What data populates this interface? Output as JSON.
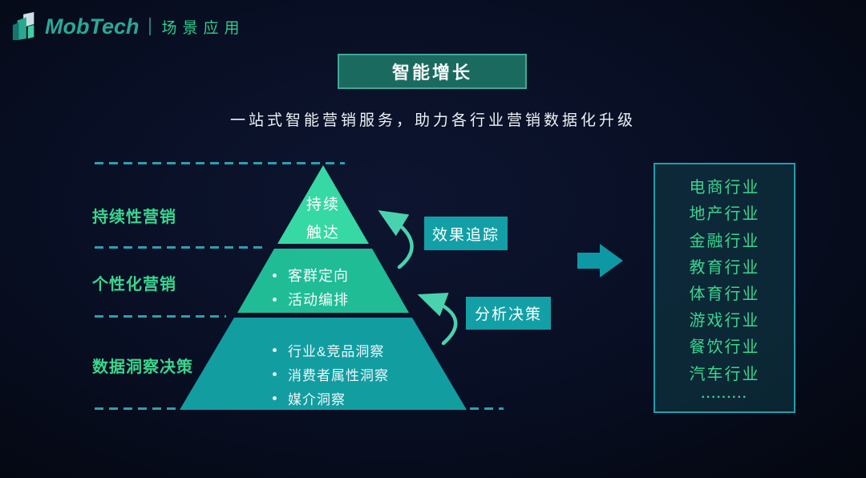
{
  "header": {
    "logo_text": "MobTech",
    "logo_suffix": "场景应用"
  },
  "title": "智能增长",
  "subtitle": "一站式智能营销服务，助力各行业营销数据化升级",
  "pyramid": {
    "left_labels": [
      "持续性营销",
      "个性化营销",
      "数据洞察决策"
    ],
    "tiers": [
      {
        "lines": [
          "持续",
          "触达"
        ],
        "color": "#36d9a3"
      },
      {
        "items": [
          "客群定向",
          "活动编排"
        ],
        "color": "#1fbc96"
      },
      {
        "items": [
          "行业&竞品洞察",
          "消费者属性洞察",
          "媒介洞察"
        ],
        "color": "#129da1"
      }
    ]
  },
  "callouts": [
    {
      "label": "效果追踪"
    },
    {
      "label": "分析决策"
    }
  ],
  "industries": [
    "电商行业",
    "地产行业",
    "金融行业",
    "教育行业",
    "体育行业",
    "游戏行业",
    "餐饮行业",
    "汽车行业",
    "........."
  ],
  "colors": {
    "background": "#070c1d",
    "accent_green": "#3bd58e",
    "teal_box": "#12a0a6",
    "dashed_line": "#2d9fae",
    "curved_arrow": "#4ad2ae",
    "big_arrow": "#0d98a4",
    "title_box_fill": "#1b6a60",
    "title_box_border": "#3fa89a",
    "panel_border": "#1f9fae",
    "logo": "#2aa896"
  }
}
